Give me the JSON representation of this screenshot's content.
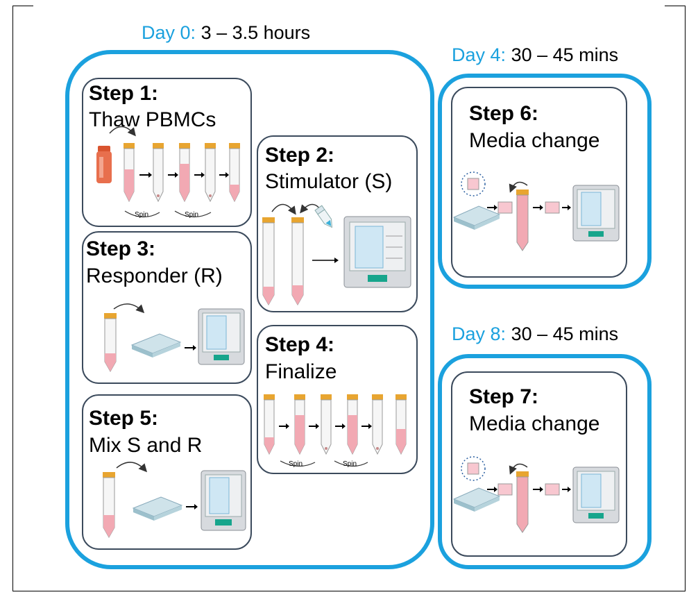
{
  "colors": {
    "accent": "#1ba1de",
    "step_border": "#3b4a5c",
    "tube_cap": "#e8a530",
    "tube_fill": "#f2a9b3",
    "incubator_screen": "#17a58c"
  },
  "day0": {
    "label": "Day 0:",
    "duration": "3 – 3.5 hours"
  },
  "day4": {
    "label": "Day 4:",
    "duration": "30 – 45 mins"
  },
  "day8": {
    "label": "Day 8:",
    "duration": "30 – 45 mins"
  },
  "steps": [
    {
      "title": "Step 1:",
      "subtitle": "Thaw PBMCs",
      "spin_labels": [
        "Spin",
        "Spin"
      ]
    },
    {
      "title": "Step 2:",
      "subtitle": "Stimulator (S)"
    },
    {
      "title": "Step 3:",
      "subtitle": "Responder (R)"
    },
    {
      "title": "Step 4:",
      "subtitle": "Finalize",
      "spin_labels": [
        "Spin",
        "Spin"
      ]
    },
    {
      "title": "Step 5:",
      "subtitle": "Mix S and R"
    },
    {
      "title": "Step 6:",
      "subtitle": "Media change"
    },
    {
      "title": "Step 7:",
      "subtitle": "Media change"
    }
  ],
  "icons": [
    "falcon-tube-icon",
    "cryovial-icon",
    "peptide-tube-icon",
    "arrow-right-icon",
    "curved-arrow-icon",
    "spin-icon",
    "well-plate-icon",
    "incubator-icon",
    "media-cup-icon"
  ]
}
